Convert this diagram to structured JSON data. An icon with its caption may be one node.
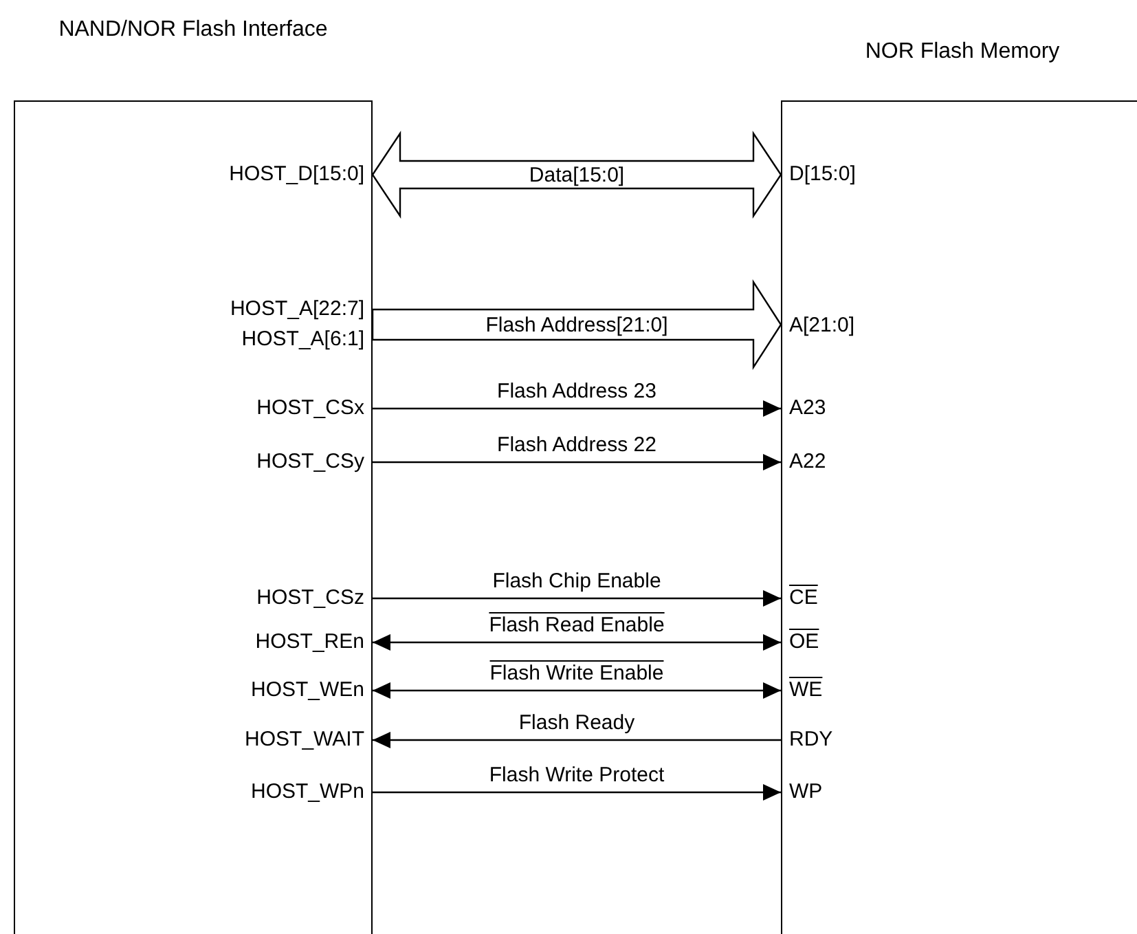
{
  "diagram": {
    "nodes": [
      {
        "text": [
          "NAND/NOR Flash Interface"
        ]
      },
      {
        "text": [
          "HOST_D[15:0]"
        ],
        "in": 0
      },
      {
        "text": [
          "HOST_A[22:7]"
        ],
        "in": 0
      },
      {
        "text": [
          "HOST_A[6:1]"
        ],
        "in": 0
      },
      {
        "text": [
          "HOST_CSx"
        ],
        "in": 0
      },
      {
        "text": [
          "HOST_CSy"
        ],
        "in": 0
      },
      {
        "text": [
          "HOST_CSz"
        ],
        "in": 0
      },
      {
        "text": [
          "HOST_REn"
        ],
        "in": 0
      },
      {
        "text": [
          "HOST_WEn"
        ],
        "in": 0
      },
      {
        "text": [
          "HOST_WAIT"
        ],
        "in": 0
      },
      {
        "text": [
          "HOST_WPn"
        ],
        "in": 0
      },
      {
        "text": [
          "NOR Flash Memory"
        ]
      },
      {
        "text": [
          "D[15:0]"
        ],
        "in": 11
      },
      {
        "text": [
          "A[21:0]"
        ],
        "in": 11
      },
      {
        "text": [
          "A23"
        ],
        "in": 11
      },
      {
        "text": [
          "A22"
        ],
        "in": 11
      },
      {
        "text": [
          "CE"
        ],
        "in": 11
      },
      {
        "text": [
          "OE"
        ],
        "in": 11
      },
      {
        "text": [
          "WE"
        ],
        "in": 11
      },
      {
        "text": [
          "RDY"
        ],
        "in": 11
      },
      {
        "text": [
          "WP"
        ],
        "in": 11
      }
    ],
    "edges": [
      {
        "from": 1,
        "to": 12,
        "arrow": "both",
        "style": "thick",
        "label": "Data[15:0]"
      },
      {
        "from": 2,
        "to": 13,
        "arrow": "to",
        "style": "thick",
        "label": "Flash Address[21:0]"
      },
      {
        "from": 3,
        "to": 13,
        "arrow": "to",
        "style": "thick"
      },
      {
        "from": 4,
        "to": 14,
        "arrow": "to",
        "label": "Flash Address 23"
      },
      {
        "from": 5,
        "to": 15,
        "arrow": "to",
        "label": "Flash Address 22"
      },
      {
        "from": 6,
        "to": 16,
        "arrow": "to",
        "label": "Flash Chip Enable"
      },
      {
        "from": 7,
        "to": 17,
        "arrow": "both",
        "label": "Flash Read Enable"
      },
      {
        "from": 8,
        "to": 18,
        "arrow": "both",
        "label": "Flash Write Enable"
      },
      {
        "from": 19,
        "to": 9,
        "arrow": "to",
        "label": "Flash Ready"
      },
      {
        "from": 10,
        "to": 20,
        "arrow": "to",
        "label": "Flash Write Protect"
      }
    ]
  }
}
